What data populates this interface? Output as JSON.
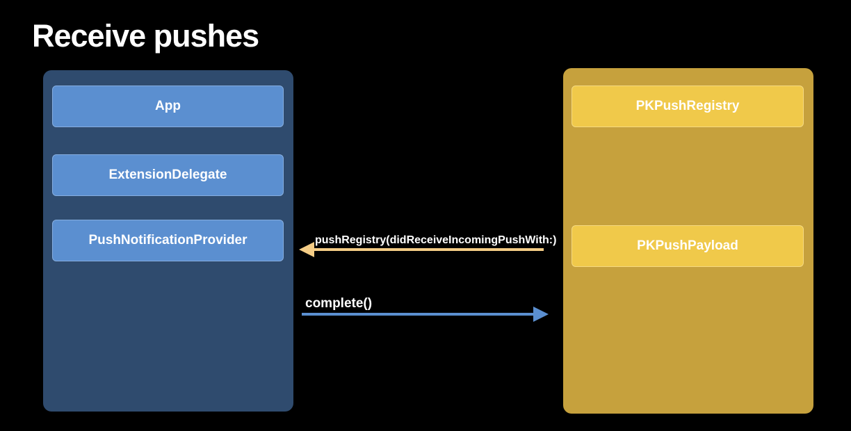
{
  "title": "Receive pushes",
  "left_panel": {
    "boxes": [
      "App",
      "ExtensionDelegate",
      "PushNotificationProvider"
    ]
  },
  "right_panel": {
    "boxes": [
      "PKPushRegistry",
      "PKPushPayload"
    ]
  },
  "arrows": {
    "incoming_label": "pushRegistry(didReceiveIncomingPushWith:)",
    "outgoing_label": "complete()"
  },
  "colors": {
    "background": "#000000",
    "left_panel": "#2f4b6e",
    "left_box": "#5b8fd0",
    "right_panel": "#c6a13d",
    "right_box": "#f0c94a",
    "incoming_arrow": "#f5cd86",
    "outgoing_arrow": "#5b8fd0"
  }
}
